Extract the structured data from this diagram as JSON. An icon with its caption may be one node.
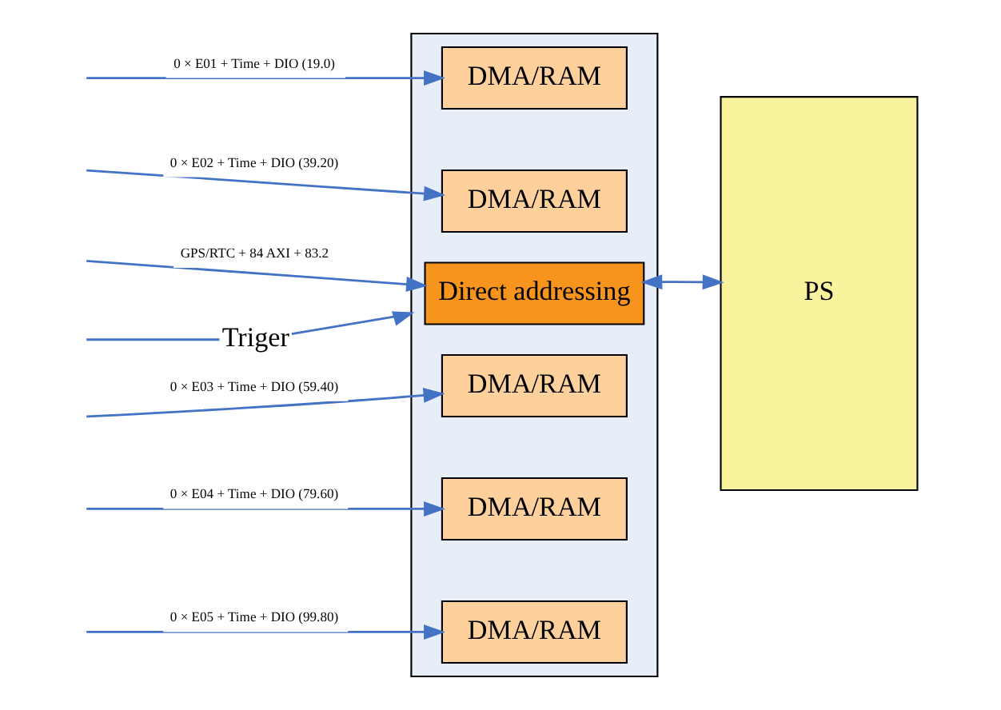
{
  "diagram": {
    "nodes": [
      {
        "text": [],
        "shape": "box"
      },
      {
        "text": [
          "DMA/RAM"
        ],
        "in": 0
      },
      {
        "text": [
          "DMA/RAM"
        ],
        "in": 0
      },
      {
        "text": [
          "DMA/RAM"
        ],
        "in": 0
      },
      {
        "text": [
          "DMA/RAM"
        ],
        "in": 0
      },
      {
        "text": [
          "DMA/RAM"
        ],
        "in": 0
      },
      {
        "text": [
          "Direct addressing"
        ],
        "in": 0
      },
      {
        "text": [
          "PS"
        ]
      },
      {
        "text": [
          "Triger"
        ]
      }
    ],
    "edges": [
      {
        "from": null,
        "to": 1,
        "arrow": "to",
        "label": "0 × E01 + Time + DIO (19.0)"
      },
      {
        "from": null,
        "to": 2,
        "arrow": "to",
        "label": "0 × E02 + Time + DIO (39.20)"
      },
      {
        "from": null,
        "to": 3,
        "arrow": "to",
        "label": "0 × E03 + Time + DIO (59.40)"
      },
      {
        "from": null,
        "to": 4,
        "arrow": "to",
        "label": "0 × E04 + Time + DIO (79.60)"
      },
      {
        "from": null,
        "to": 5,
        "arrow": "to",
        "label": "0 × E05 + Time + DIO (99.80)"
      },
      {
        "from": null,
        "to": 8,
        "arrow": "none"
      },
      {
        "from": 8,
        "to": 0,
        "arrow": "to"
      },
      {
        "from": null,
        "to": 6,
        "arrow": "to",
        "label": "GPS/RTC + 84 AXI + 83.2"
      },
      {
        "from": 6,
        "to": 7,
        "arrow": "both"
      }
    ]
  }
}
